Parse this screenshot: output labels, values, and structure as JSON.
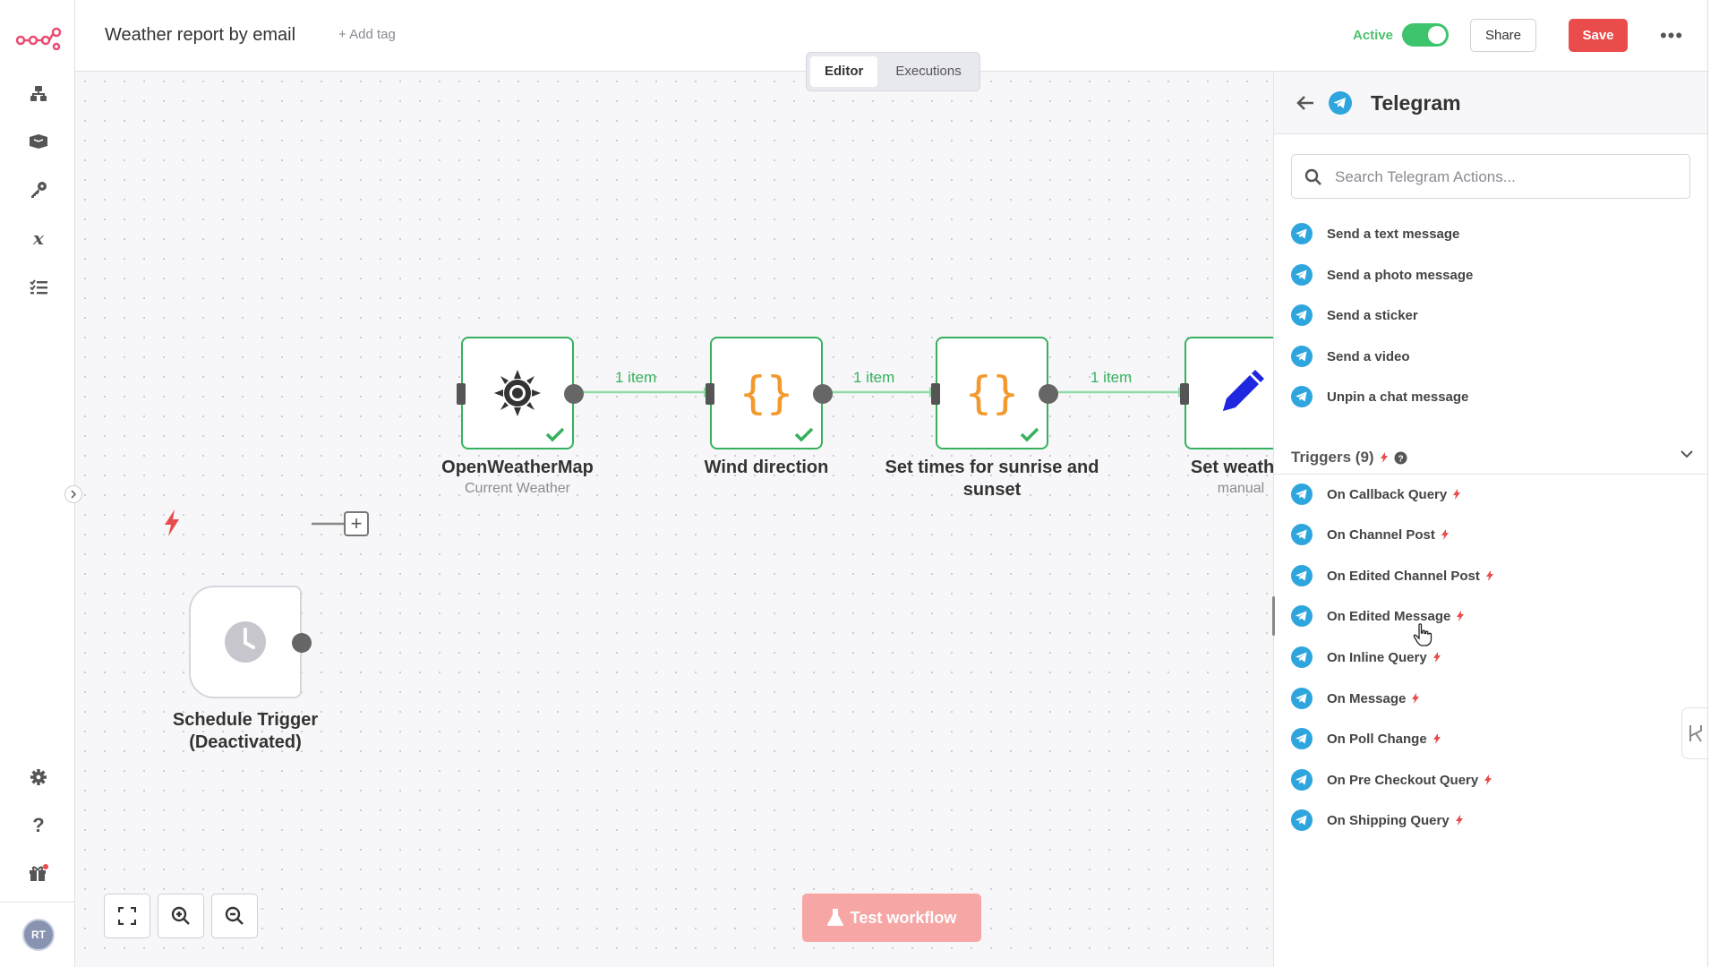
{
  "header": {
    "workflow_title": "Weather report by email",
    "add_tag": "+ Add tag",
    "active_label": "Active",
    "active": true,
    "share": "Share",
    "save": "Save",
    "more": "•••"
  },
  "tabs": [
    {
      "label": "Editor",
      "active": true
    },
    {
      "label": "Executions",
      "active": false
    }
  ],
  "sidebar": {
    "items": [
      "workflows-icon",
      "templates-icon",
      "credentials-icon",
      "variables-icon",
      "executions-icon"
    ],
    "bottom": [
      "settings-icon",
      "help-icon",
      "whats-new-icon"
    ],
    "avatar": "RT"
  },
  "canvas": {
    "nodes": [
      {
        "title": "OpenWeatherMap",
        "subtitle": "Current Weather",
        "icon": "sun-icon",
        "status": "success"
      },
      {
        "title": "Wind direction",
        "subtitle": "",
        "icon": "code-braces-icon",
        "status": "success"
      },
      {
        "title": "Set times for sunrise and sunset",
        "subtitle": "",
        "icon": "code-braces-icon",
        "status": "success"
      },
      {
        "title": "Set weather",
        "subtitle": "manual",
        "icon": "pencil-icon",
        "status": ""
      }
    ],
    "edge_labels": [
      "1 item",
      "1 item",
      "1 item"
    ],
    "trigger_node": {
      "title": "Schedule Trigger",
      "subtitle": "(Deactivated)",
      "icon": "clock-icon"
    },
    "test_button": "Test workflow"
  },
  "panel": {
    "title": "Telegram",
    "search_placeholder": "Search Telegram Actions...",
    "actions": [
      "Send a text message",
      "Send a photo message",
      "Send a sticker",
      "Send a video",
      "Unpin a chat message"
    ],
    "triggers_label": "Triggers (9)",
    "triggers": [
      "On Callback Query",
      "On Channel Post",
      "On Edited Channel Post",
      "On Edited Message",
      "On Inline Query",
      "On Message",
      "On Poll Change",
      "On Pre Checkout Query",
      "On Shipping Query"
    ]
  },
  "colors": {
    "accent": "#ea4b4b",
    "success": "#35b15d",
    "telegram": "#2ea6dd",
    "code": "#f29a2e"
  }
}
